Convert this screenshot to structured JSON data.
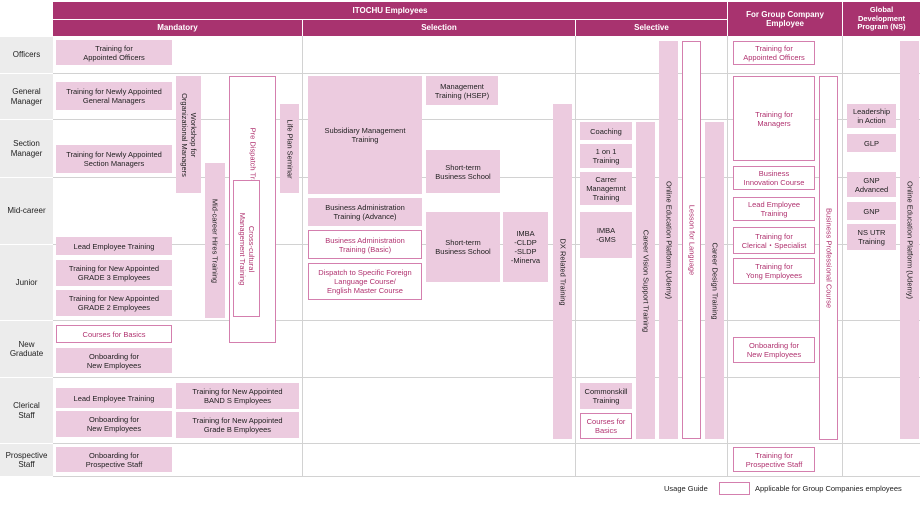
{
  "headers": {
    "itochu": "ITOCHU Employees",
    "mandatory": "Mandatory",
    "selection": "Selection",
    "selective": "Selective",
    "group": "For Group Company\nEmployee",
    "global": "Global\nDevelopment\nProgram (NS)"
  },
  "levels": {
    "officers": "Officers",
    "general_manager": "General\nManager",
    "section_manager": "Section\nManager",
    "mid_career": "Mid-career",
    "junior": "Junior",
    "new_graduate": "New\nGraduate",
    "clerical": "Clerical\nStaff",
    "prospective": "Prospective\nStaff"
  },
  "mandatory": {
    "appointed_officers": "Training for\nAppointed Officers",
    "new_gm": "Training for Newly Appointed\nGeneral Managers",
    "new_sm": "Training for Newly Appointed\nSection Managers",
    "lead_employee": "Lead Employee Training",
    "grade3": "Training for New Appointed\nGRADE 3 Employees",
    "grade2": "Training for New Appointed\nGRADE 2 Employees",
    "courses_basics": "Courses for Basics",
    "onboarding_new": "Onboarding for\nNew Employees",
    "lead_employee_clerical": "Lead Employee Training",
    "onboarding_new_clerical": "Onboarding for\nNew Employees",
    "onboarding_prospective": "Onboarding for\nProspective Staff",
    "band_s": "Training for New Appointed\nBAND S Employees",
    "grade_b": "Training for New Appointed\nGrade B Employees",
    "workshop_org": "Workshop for\nOrganizational Managers",
    "mid_career_hires": "Mid-career Hires Training",
    "pre_dispatch": "Pre Dispatch Training",
    "cross_cultural": "Cross-cultural\nManagement Training",
    "life_plan": "Life Plan Seminar"
  },
  "selection": {
    "subsidiary": "Subsidiary Management\nTraining",
    "hsep": "Management\nTraining (HSEP)",
    "short_term_1": "Short-term\nBusiness School",
    "ba_advance": "Business Administration\nTraining (Advance)",
    "ba_basic": "Business Administration\nTraining (Basic)",
    "dispatch_foreign": "Dispatch to Specific Foreign\nLanguage Course/\nEnglish Master Course",
    "short_term_2": "Short-term\nBusiness School",
    "imba": "IMBA\n-CLDP\n-SLDP\n-Minerva",
    "dx": "DX Related Training"
  },
  "selective": {
    "coaching": "Coaching",
    "one_on_one": "1 on 1\nTraining",
    "career_mgmt": "Carrer\nManagemnt\nTraining",
    "imba_gms": "IMBA\n-GMS",
    "commonskill": "Commonskill\nTraining",
    "courses_basics": "Courses for\nBasics",
    "career_vision": "Career Vision Support Training",
    "online_udemy": "Online Education Platform (Udemy)",
    "lesson_language": "Lesson for Language",
    "career_design": "Career Design Training"
  },
  "group": {
    "appointed_officers": "Training for\nAppointed Officers",
    "managers": "Training for\nManagers",
    "innovation": "Business\nInnovation Course",
    "lead_employee": "Lead Employee\nTraining",
    "clerical_specialist": "Training  for\nClerical・Specialist",
    "yong": "Training for\nYong Employees",
    "onboarding_new": "Onboarding for\nNew Employees",
    "prospective": "Training for\nProspective Staff",
    "business_professional": "Business Professional Course"
  },
  "global": {
    "leadership": "Leadership\nin Action",
    "glp": "GLP",
    "gnp_advanced": "GNP\nAdvanced",
    "gnp": "GNP",
    "ns_utr": "NS UTR\nTraining",
    "online_udemy": "Online Education Platform (Udemy)"
  },
  "legend": {
    "label": "Usage Guide",
    "text": "Applicable for Group Companies employees"
  },
  "colors": {
    "header": "#a8336f",
    "cell": "#eccbdf",
    "group_border": "#d47fae"
  }
}
